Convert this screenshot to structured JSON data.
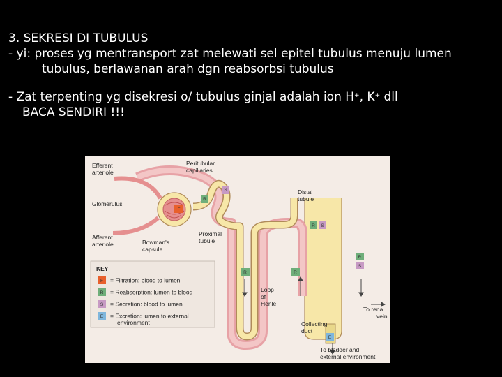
{
  "slide": {
    "heading": "3. SEKRESI  DI  TUBULUS",
    "def_line1": "-  yi: proses yg mentransport zat melewati sel epitel tubulus menuju lumen",
    "def_line2": "tubulus, berlawanan arah dgn reabsorbsi tubulus",
    "point_pre": "- Zat terpenting yg disekresi o/ tubulus ginjal adalah ion H",
    "point_sup1": "+",
    "point_mid": ", K",
    "point_sup2": "+",
    "point_post": " dll",
    "point_line2": "BACA SENDIRI !!!"
  },
  "figure": {
    "labels": {
      "efferent_1": "Efferent",
      "efferent_2": "arteriole",
      "peritubular_1": "Peritubular",
      "peritubular_2": "capillaries",
      "glomerulus": "Glomerulus",
      "afferent_1": "Afferent",
      "afferent_2": "arteriole",
      "bowman_1": "Bowman's",
      "bowman_2": "capsule",
      "proximal_1": "Proximal",
      "proximal_2": "tubule",
      "distal_1": "Distal",
      "distal_2": "tubule",
      "loop_1": "Loop",
      "loop_2": "of",
      "loop_3": "Henle",
      "collecting_1": "Collecting",
      "collecting_2": "duct",
      "rena_1": "To rena",
      "rena_2": "vein",
      "bladder_1": "To bladder and",
      "bladder_2": "external environment"
    },
    "key": {
      "title": "KEY",
      "items": [
        {
          "letter": "F",
          "text": "= Filtration: blood to lumen",
          "color": "#e8602c"
        },
        {
          "letter": "R",
          "text": "= Reabsorption: lumen to blood",
          "color": "#6fae7a"
        },
        {
          "letter": "S",
          "text": "= Secretion: blood to lumen",
          "color": "#c79ac4"
        },
        {
          "letter": "E",
          "text": "= Excretion: lumen to external",
          "text2": "environment",
          "color": "#7fb6dc"
        }
      ]
    },
    "boxes": {
      "f": "F",
      "r": "R",
      "s": "S",
      "e": "E"
    }
  }
}
